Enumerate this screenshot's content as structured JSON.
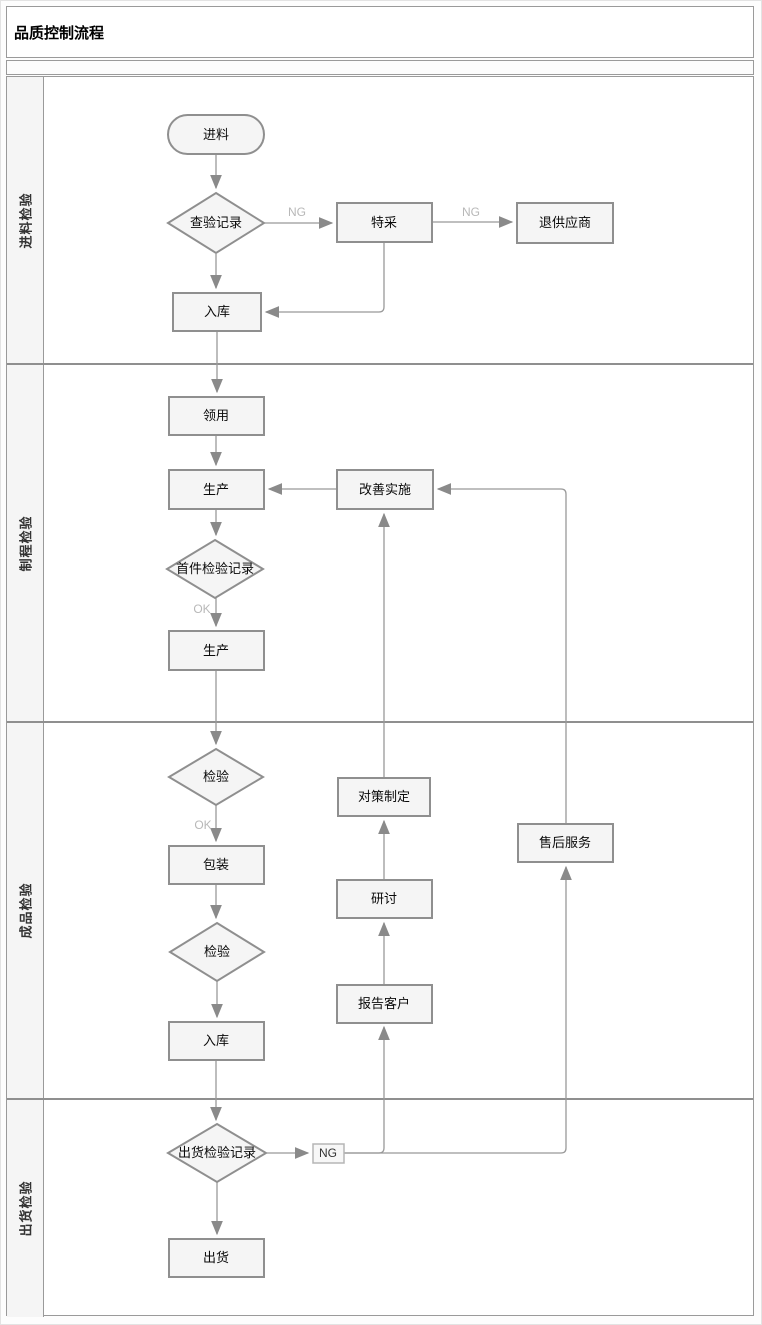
{
  "title": "品质控制流程",
  "lanes": [
    {
      "label": "进料检验"
    },
    {
      "label": "制程检验"
    },
    {
      "label": "成品检验"
    },
    {
      "label": "出货检验"
    }
  ],
  "nodes": {
    "start": "进料",
    "check_record": "查验记录",
    "special_acceptance": "特采",
    "return_supplier": "退供应商",
    "warehouse_in_1": "入库",
    "requisition": "领用",
    "production_1": "生产",
    "improvement": "改善实施",
    "first_article_check": "首件检验记录",
    "production_2": "生产",
    "inspection_1": "检验",
    "countermeasure": "对策制定",
    "packaging": "包装",
    "discussion": "研讨",
    "inspection_2": "检验",
    "report_customer": "报告客户",
    "warehouse_in_2": "入库",
    "after_sales": "售后服务",
    "outgoing_check_record": "出货检验记录",
    "ng_tag": "NG",
    "shipping": "出货"
  },
  "edge_labels": {
    "ng_1": "NG",
    "ng_2": "NG",
    "ok_1": "OK",
    "ok_2": "OK"
  },
  "colors": {
    "node_fill": "#f5f5f5",
    "node_border": "#8f8f8f",
    "line": "#999999",
    "edge_label_text": "#b8b8b8",
    "lane_label_fill": "#f5f5f5",
    "text": "#0a0a0a"
  }
}
